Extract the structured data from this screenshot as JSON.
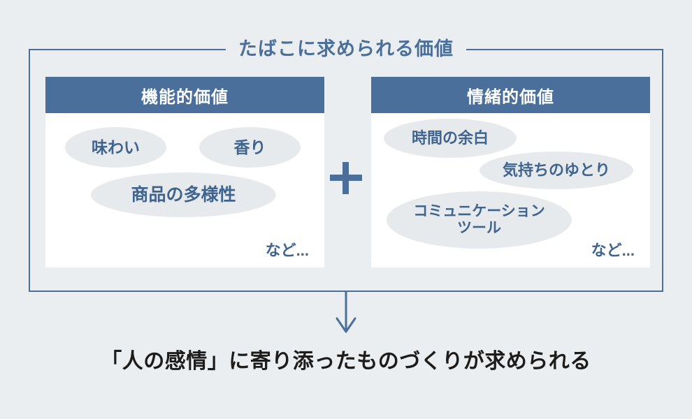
{
  "colors": {
    "background": "#ebeef0",
    "accent": "#4a6f9b",
    "panel_bg": "#ffffff",
    "bubble_bg": "#e7eaec",
    "bubble_text": "#3f6490",
    "conclusion_text": "#1c1c1c"
  },
  "frame": {
    "title": "たばこに求められる価値"
  },
  "panels": [
    {
      "id": "functional",
      "header": "機能的価値",
      "bubbles": [
        {
          "label": "味わい"
        },
        {
          "label": "香り"
        },
        {
          "label": "商品の多様性"
        }
      ],
      "etc_label": "など..."
    },
    {
      "id": "emotional",
      "header": "情緒的価値",
      "bubbles": [
        {
          "label": "時間の余白"
        },
        {
          "label": "気持ちのゆとり"
        },
        {
          "label": "コミュニケーション\nツール"
        }
      ],
      "etc_label": "など..."
    }
  ],
  "operator": {
    "symbol": "plus-sign"
  },
  "flow": {
    "arrow": "down-arrow"
  },
  "conclusion": {
    "text": "「人の感情」に寄り添ったものづくりが求められる"
  }
}
